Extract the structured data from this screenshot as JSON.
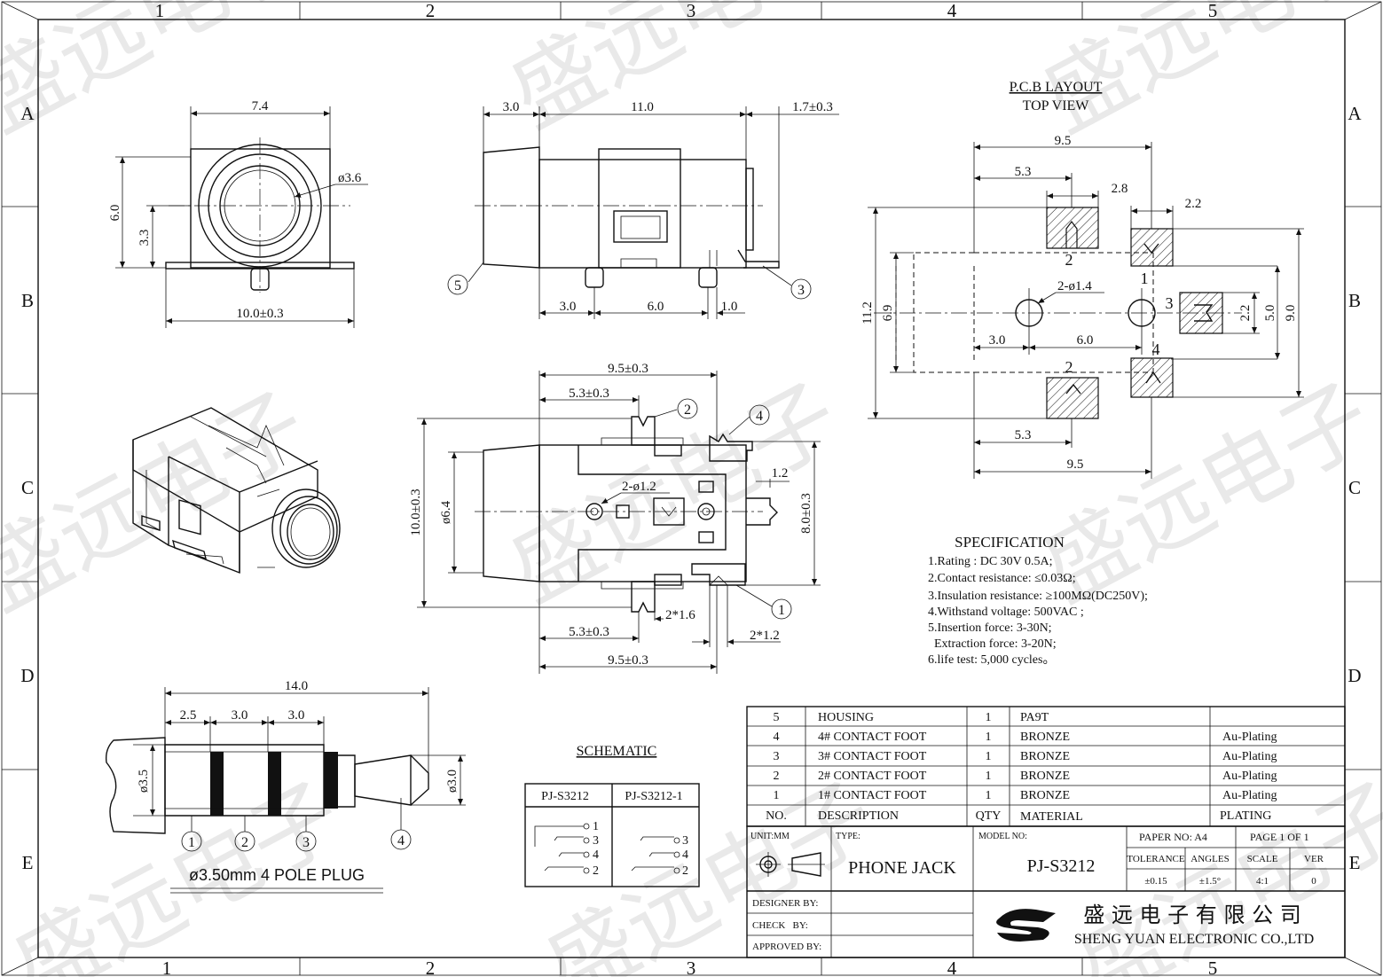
{
  "border": {
    "columns": [
      "1",
      "2",
      "3",
      "4",
      "5"
    ],
    "rows": [
      "A",
      "B",
      "C",
      "D",
      "E"
    ]
  },
  "watermark": "盛远电子",
  "front_view": {
    "dims": [
      "7.4",
      "6.0",
      "3.3",
      "ø3.6",
      "10.0±0.3"
    ]
  },
  "side_view": {
    "dims": [
      "3.0",
      "11.0",
      "1.7±0.3",
      "3.0",
      "6.0",
      "1.0"
    ],
    "balloons": [
      "5",
      "3"
    ]
  },
  "bottom_view": {
    "dims": [
      "9.5±0.3",
      "5.3±0.3",
      "10.0±0.3",
      "ø6.4",
      "2-ø1.2",
      "1.2",
      "8.0±0.3",
      "2*1.6",
      "5.3±0.3",
      "2*1.2",
      "9.5±0.3"
    ],
    "balloons": [
      "2",
      "4",
      "1"
    ]
  },
  "pcb": {
    "title": "P.C.B LAYOUT",
    "subtitle": "TOP VIEW",
    "dims": [
      "9.5",
      "5.3",
      "2.8",
      "2.2",
      "11.2",
      "6.9",
      "2-ø1.4",
      "2.2",
      "5.0",
      "9.0",
      "3.0",
      "6.0",
      "5.3",
      "9.5"
    ],
    "pad_labels": [
      "2",
      "1",
      "3",
      "2",
      "4"
    ]
  },
  "plug": {
    "dims": [
      "14.0",
      "2.5",
      "3.0",
      "3.0",
      "ø3.5",
      "ø3.0"
    ],
    "balloons": [
      "1",
      "2",
      "3",
      "4"
    ],
    "caption": "ø3.50mm 4 POLE PLUG"
  },
  "schematic": {
    "title": "SCHEMATIC",
    "columns": [
      "PJ-S3212",
      "PJ-S3212-1"
    ],
    "pins_left": [
      "1",
      "3",
      "4",
      "2"
    ],
    "pins_right": [
      "3",
      "4",
      "2"
    ]
  },
  "specification": {
    "title": "SPECIFICATION",
    "lines": [
      "1.Rating : DC 30V 0.5A;",
      "2.Contact resistance: ≤0.03Ω;",
      "3.Insulation resistance: ≥100MΩ(DC250V);",
      "4.Withstand voltage: 500VAC ;",
      "5.Insertion force: 3-30N;",
      "  Extraction force: 3-20N;",
      "6.life test: 5,000 cycles。"
    ]
  },
  "bom": {
    "rows": [
      {
        "no": "5",
        "desc": "HOUSING",
        "qty": "1",
        "material": "PA9T",
        "plating": ""
      },
      {
        "no": "4",
        "desc": "4# CONTACT FOOT",
        "qty": "1",
        "material": "BRONZE",
        "plating": "Au-Plating"
      },
      {
        "no": "3",
        "desc": "3# CONTACT FOOT",
        "qty": "1",
        "material": "BRONZE",
        "plating": "Au-Plating"
      },
      {
        "no": "2",
        "desc": "2# CONTACT FOOT",
        "qty": "1",
        "material": "BRONZE",
        "plating": "Au-Plating"
      },
      {
        "no": "1",
        "desc": "1# CONTACT FOOT",
        "qty": "1",
        "material": "BRONZE",
        "plating": "Au-Plating"
      }
    ],
    "header": {
      "no": "NO.",
      "desc": "DESCRIPTION",
      "qty": "QTY",
      "material": "MATERIAL",
      "plating": "PLATING"
    }
  },
  "title_block": {
    "unit": "UNIT:MM",
    "type_label": "TYPE:",
    "type": "PHONE JACK",
    "model_label": "MODEL NO:",
    "model": "PJ-S3212",
    "paper": "PAPER NO: A4",
    "page": "PAGE 1 OF 1",
    "tolerance_label": "TOLERANCE",
    "angles_label": "ANGLES",
    "scale_label": "SCALE",
    "ver_label": "VER",
    "tolerance": "±0.15",
    "angles": "±1.5°",
    "scale": "4:1",
    "ver": "0",
    "designer": "DESIGNER BY:",
    "check": "CHECK   BY:",
    "approved": "APPROVED BY:",
    "company_cn": "盛 远 电 子 有 限 公 司",
    "company_en": "SHENG YUAN ELECTRONIC CO.,LTD"
  }
}
